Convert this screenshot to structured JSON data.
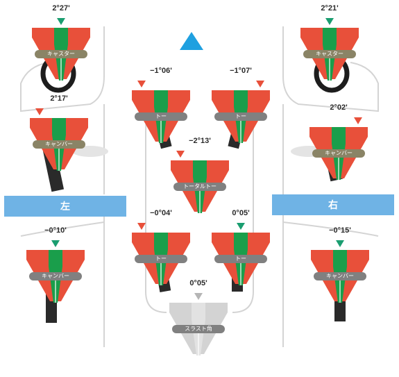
{
  "side_labels": {
    "left": "左",
    "right": "右"
  },
  "gauges": {
    "front_left_caster": {
      "value": "2°27'",
      "label": "キャスター"
    },
    "front_right_caster": {
      "value": "2°21'",
      "label": "キャスター"
    },
    "front_left_camber": {
      "value": "2°17'",
      "label": "キャンバー"
    },
    "front_right_camber": {
      "value": "2°02'",
      "label": "キャンバー"
    },
    "front_left_toe": {
      "value": "−1°06'",
      "label": "トー"
    },
    "front_right_toe": {
      "value": "−1°07'",
      "label": "トー"
    },
    "front_total_toe": {
      "value": "−2°13'",
      "label": "トータルトー"
    },
    "rear_left_toe": {
      "value": "−0°04'",
      "label": "トー"
    },
    "rear_right_toe": {
      "value": "0°05'",
      "label": "トー"
    },
    "rear_left_camber": {
      "value": "−0°10'",
      "label": "キャンバー"
    },
    "rear_right_camber": {
      "value": "−0°15'",
      "label": "キャンバー"
    },
    "thrust_angle": {
      "value": "0°05'",
      "label": "スラスト角"
    }
  },
  "colors": {
    "red": "#e8503a",
    "green": "#1a9e4b",
    "teal_marker": "#1a9e70",
    "grey": "#c8c8c8",
    "blue_arrow": "#1fa0e0",
    "side_bar": "#6fb3e5"
  },
  "icons": {
    "forward": "up-triangle-icon",
    "tire": "tire-icon",
    "car_outline": "car-outline-icon"
  }
}
